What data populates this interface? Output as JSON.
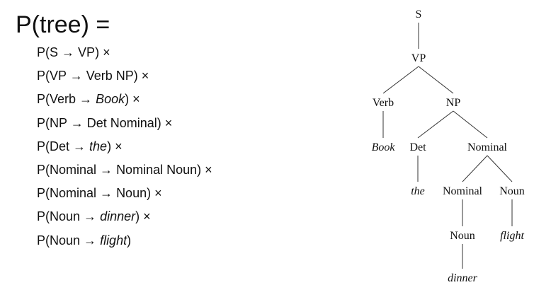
{
  "title": "P(tree) =",
  "arrow": "→",
  "times": "×",
  "rules": [
    {
      "lhs": "S",
      "rhs": "VP",
      "lexical": false,
      "suffix": " ×"
    },
    {
      "lhs": "VP",
      "rhs": "Verb NP",
      "lexical": false,
      "suffix": " ×"
    },
    {
      "lhs": "Verb",
      "rhs": "Book",
      "lexical": true,
      "suffix": " ×"
    },
    {
      "lhs": "NP",
      "rhs": "Det Nominal",
      "lexical": false,
      "suffix": " ×"
    },
    {
      "lhs": "Det",
      "rhs": "the",
      "lexical": true,
      "suffix": " ×"
    },
    {
      "lhs": "Nominal",
      "rhs": "Nominal Noun",
      "lexical": false,
      "suffix": " ×"
    },
    {
      "lhs": "Nominal",
      "rhs": "Noun",
      "lexical": false,
      "suffix": " ×"
    },
    {
      "lhs": "Noun",
      "rhs": "dinner",
      "lexical": true,
      "suffix": " ×"
    },
    {
      "lhs": "Noun",
      "rhs": "flight",
      "lexical": true,
      "suffix": ""
    }
  ],
  "tree": {
    "nodes": [
      {
        "id": "s",
        "label": "S",
        "lexical": false
      },
      {
        "id": "vp",
        "label": "VP",
        "lexical": false
      },
      {
        "id": "verb",
        "label": "Verb",
        "lexical": false
      },
      {
        "id": "np",
        "label": "NP",
        "lexical": false
      },
      {
        "id": "book",
        "label": "Book",
        "lexical": true
      },
      {
        "id": "det",
        "label": "Det",
        "lexical": false
      },
      {
        "id": "nominal1",
        "label": "Nominal",
        "lexical": false
      },
      {
        "id": "the",
        "label": "the",
        "lexical": true
      },
      {
        "id": "nominal2",
        "label": "Nominal",
        "lexical": false
      },
      {
        "id": "noun1",
        "label": "Noun",
        "lexical": false
      },
      {
        "id": "noun2",
        "label": "Noun",
        "lexical": false
      },
      {
        "id": "flight",
        "label": "flight",
        "lexical": true
      },
      {
        "id": "dinner",
        "label": "dinner",
        "lexical": true
      }
    ],
    "edges": [
      [
        "s",
        "vp"
      ],
      [
        "vp",
        "verb"
      ],
      [
        "vp",
        "np"
      ],
      [
        "verb",
        "book"
      ],
      [
        "np",
        "det"
      ],
      [
        "np",
        "nominal1"
      ],
      [
        "det",
        "the"
      ],
      [
        "nominal1",
        "nominal2"
      ],
      [
        "nominal1",
        "noun1"
      ],
      [
        "nominal2",
        "noun2"
      ],
      [
        "noun1",
        "flight"
      ],
      [
        "noun2",
        "dinner"
      ]
    ]
  }
}
